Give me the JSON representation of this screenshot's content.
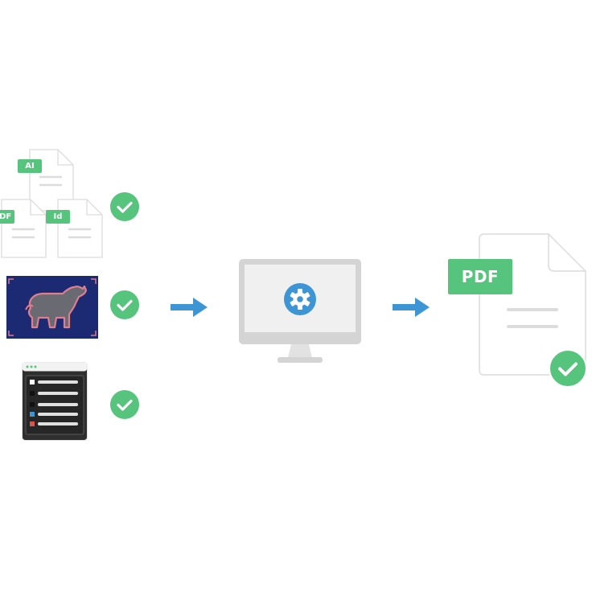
{
  "source_tags": {
    "ai": "AI",
    "pdf": "PDF",
    "id": "Id"
  },
  "output": {
    "label": "PDF"
  },
  "icons": {
    "check": "check-circle-icon",
    "arrow": "arrow-right-icon",
    "gear": "gear-icon",
    "document": "document-icon",
    "monitor": "monitor-icon"
  },
  "colors": {
    "green": "#56c47c",
    "blue_arrow": "#3d95d6",
    "gray_outline": "#dcdcdc",
    "monitor_gray": "#d4d4d4",
    "image_bg": "#1b2a72"
  }
}
